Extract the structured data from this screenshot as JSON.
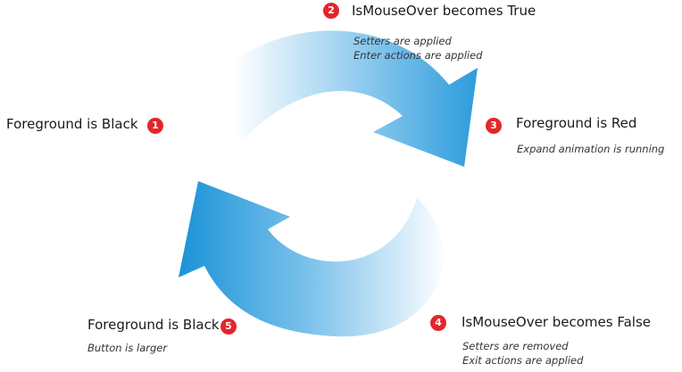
{
  "colors": {
    "badge": "#e3262b",
    "arrow": "#1e96d9",
    "arrow_fade": "#ffffff"
  },
  "steps": [
    {
      "num": "1",
      "title": "Foreground is Black",
      "notes": []
    },
    {
      "num": "2",
      "title": "IsMouseOver becomes True",
      "notes": [
        "Setters are applied",
        "Enter actions are applied"
      ]
    },
    {
      "num": "3",
      "title": "Foreground is Red",
      "notes": [
        "Expand animation is running"
      ]
    },
    {
      "num": "4",
      "title": "IsMouseOver becomes False",
      "notes": [
        "Setters are removed",
        "Exit actions are applied"
      ]
    },
    {
      "num": "5",
      "title": "Foreground is Black",
      "notes": [
        "Button is larger"
      ]
    }
  ]
}
